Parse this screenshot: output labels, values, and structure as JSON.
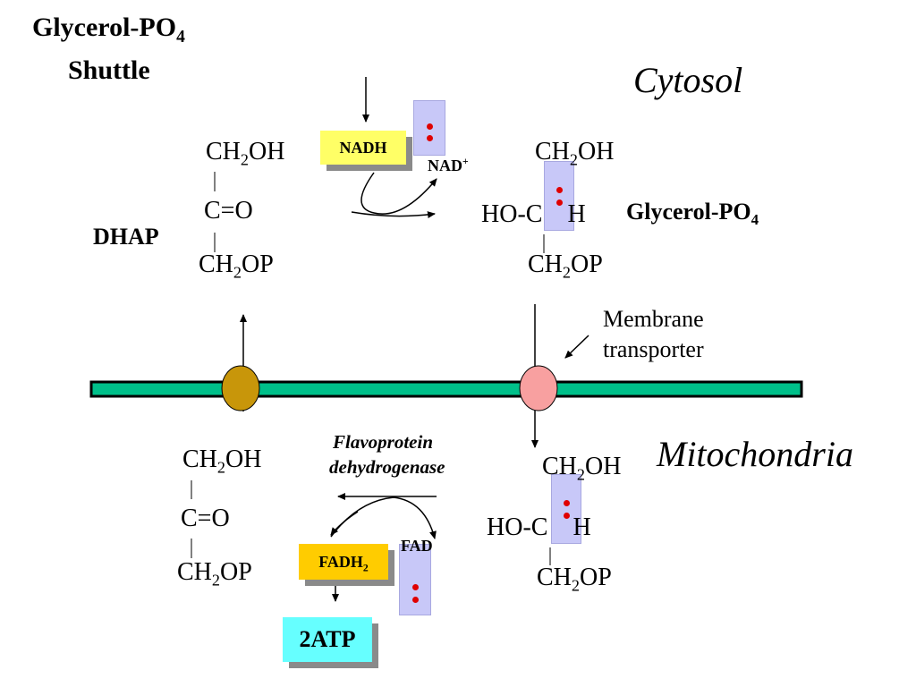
{
  "title_line1": "Glycerol-PO",
  "title_sub": "4",
  "title_line2": "Shuttle",
  "cytosol": "Cytosol",
  "mitochondria": "Mitochondria",
  "dhap_label": "DHAP",
  "glycerol_label": "Glycerol-PO",
  "glycerol_sub": "4",
  "nadh": "NADH",
  "nad": "NAD",
  "nad_sup": "+",
  "fad": "FAD",
  "fadh": "FADH",
  "fadh_sub": "2",
  "atp": "2ATP",
  "membrane_line1": "Membrane",
  "membrane_line2": "transporter",
  "enzyme_line1": "Flavoprotein",
  "enzyme_line2": "dehydrogenase",
  "ch2oh_a": "CH",
  "ch2oh_b": "OH",
  "ch2op_a": "CH",
  "ch2op_b": "OP",
  "sub2": "2",
  "co": "C=O",
  "hoch_a": "HO-C",
  "hoch_b": "H",
  "colors": {
    "membrane": "#00c08a",
    "transporter_left": "#c8960a",
    "transporter_right": "#f8a0a0",
    "nadh_box": "#ffff66",
    "fadh_box": "#ffcc00",
    "atp_box": "#66ffff",
    "electron_box": "#c8c8f8",
    "electron_dot": "#e00000"
  }
}
